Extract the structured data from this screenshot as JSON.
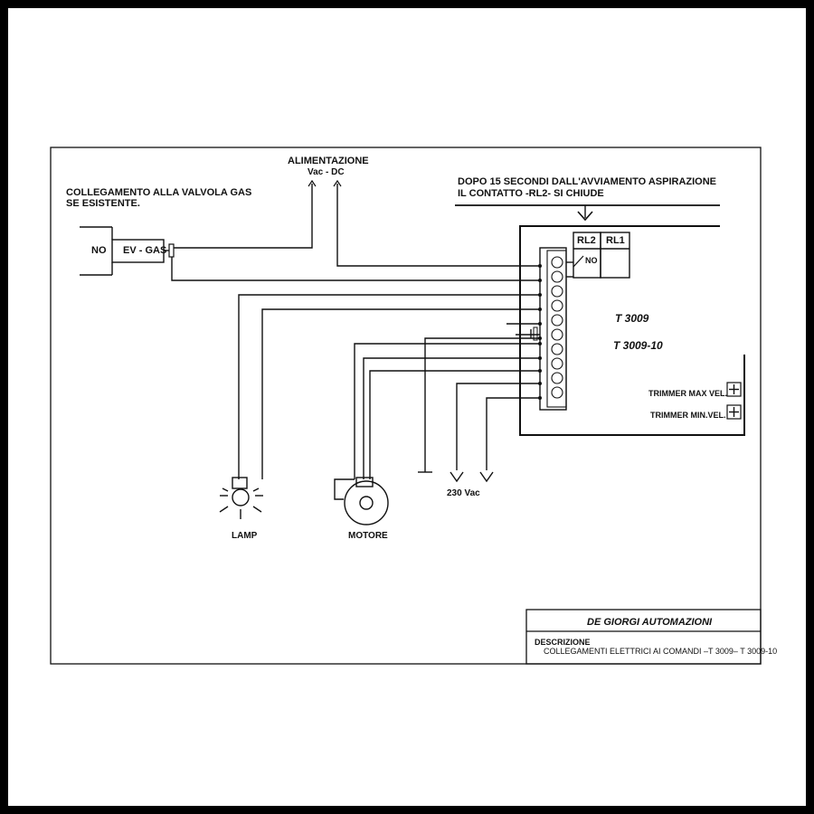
{
  "labels": {
    "gas_valve_line1": "COLLEGAMENTO ALLA VALVOLA GAS",
    "gas_valve_line2": "SE ESISTENTE.",
    "power_title": "ALIMENTAZIONE",
    "power_type": "Vac - DC",
    "delay_line1": "DOPO 15 SECONDI DALL'AVVIAMENTO ASPIRAZIONE",
    "delay_line2": "IL CONTATTO -RL2- SI CHIUDE",
    "no_contact": "NO",
    "ev_gas": "EV - GAS",
    "relay2": "RL2",
    "relay1": "RL1",
    "relay_no": "NO",
    "model_a": "T 3009",
    "model_b": "T 3009-10",
    "trimmer_max": "TRIMMER MAX VEL.",
    "trimmer_min": "TRIMMER MIN.VEL.",
    "lamp": "LAMP",
    "motor": "MOTORE",
    "mains": "230 Vac"
  },
  "title_block": {
    "company": "DE GIORGI AUTOMAZIONI",
    "desc_label": "DESCRIZIONE",
    "description": "COLLEGAMENTI ELETTRICI AI COMANDI –T 3009– T 3009-10"
  }
}
